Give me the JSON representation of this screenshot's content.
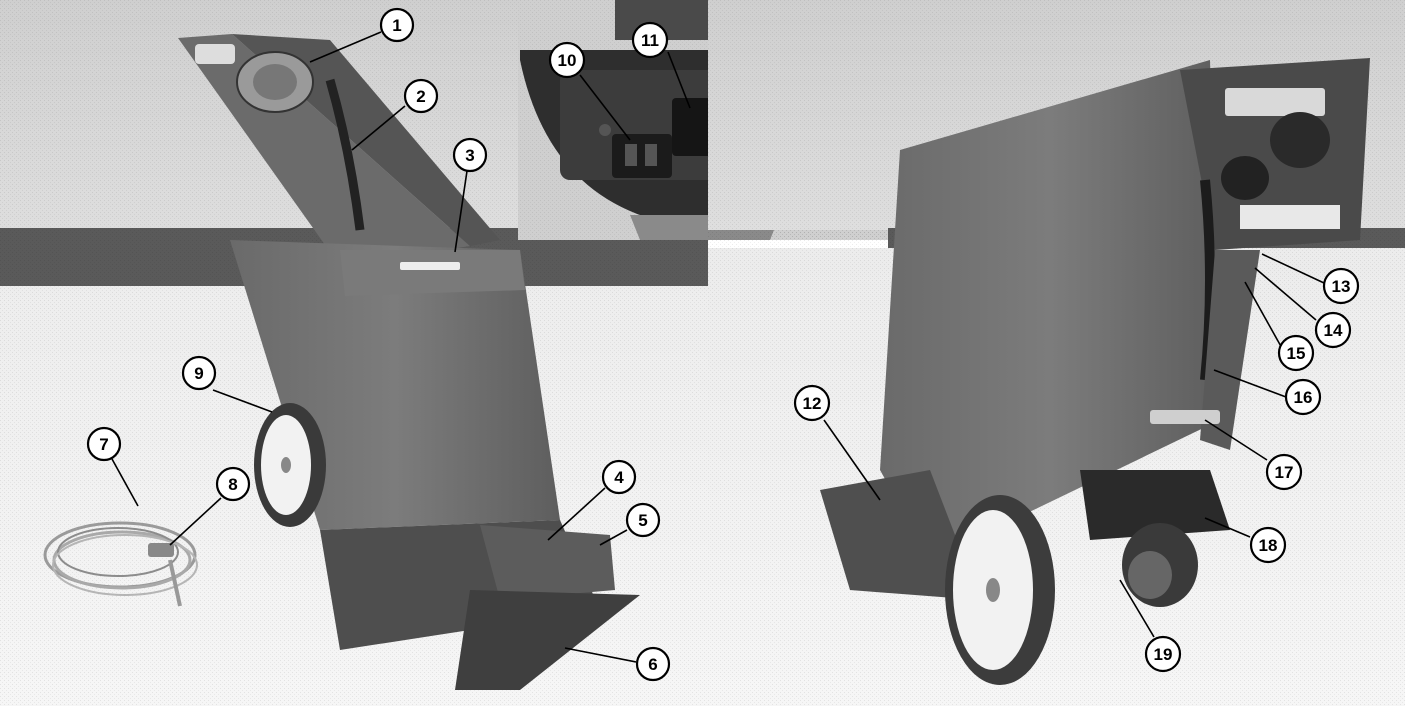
{
  "figure": {
    "callouts": [
      {
        "id": "1",
        "label": "1"
      },
      {
        "id": "2",
        "label": "2"
      },
      {
        "id": "3",
        "label": "3"
      },
      {
        "id": "4",
        "label": "4"
      },
      {
        "id": "5",
        "label": "5"
      },
      {
        "id": "6",
        "label": "6"
      },
      {
        "id": "7",
        "label": "7"
      },
      {
        "id": "8",
        "label": "8"
      },
      {
        "id": "9",
        "label": "9"
      },
      {
        "id": "10",
        "label": "10"
      },
      {
        "id": "11",
        "label": "11"
      },
      {
        "id": "12",
        "label": "12"
      },
      {
        "id": "13",
        "label": "13"
      },
      {
        "id": "14",
        "label": "14"
      },
      {
        "id": "15",
        "label": "15"
      },
      {
        "id": "16",
        "label": "16"
      },
      {
        "id": "17",
        "label": "17"
      },
      {
        "id": "18",
        "label": "18"
      },
      {
        "id": "19",
        "label": "19"
      }
    ]
  }
}
